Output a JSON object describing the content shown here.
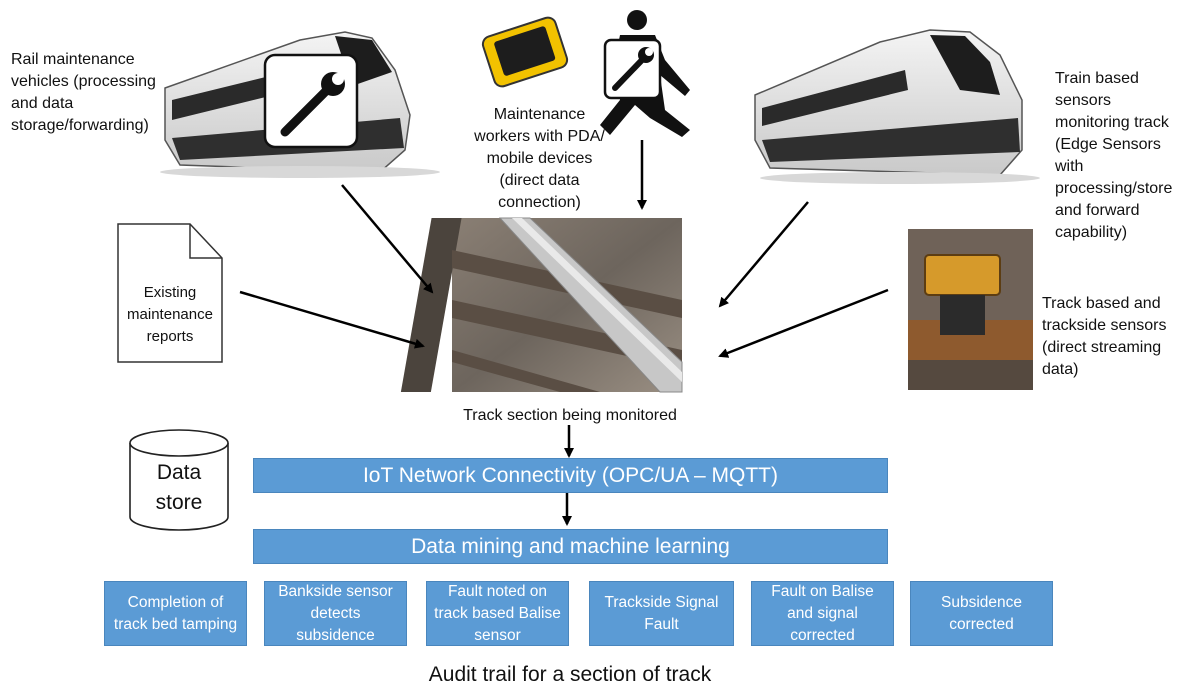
{
  "sources": {
    "rail_vehicles": "Rail maintenance vehicles (processing and data storage/forwarding)",
    "workers": "Maintenance workers with PDA/ mobile devices (direct data connection)",
    "train_sensors": "Train based sensors monitoring track (Edge Sensors with processing/store and forward capability)",
    "reports": "Existing maintenance reports",
    "track_sensors": "Track based and trackside sensors (direct streaming data)"
  },
  "center_caption": "Track section being monitored",
  "datastore": "Data store",
  "layers": {
    "iot": "IoT Network Connectivity (OPC/UA – MQTT)",
    "mining": "Data mining and machine learning"
  },
  "audit_items": [
    "Completion of track bed tamping",
    "Bankside sensor detects subsidence",
    "Fault noted on track based Balise sensor",
    "Trackside Signal Fault",
    "Fault on Balise and signal corrected",
    "Subsidence corrected"
  ],
  "footer": "Audit trail for a section of track",
  "colors": {
    "box_fill": "#5b9bd5",
    "box_border": "#4a86bd",
    "arrow": "#000000"
  }
}
